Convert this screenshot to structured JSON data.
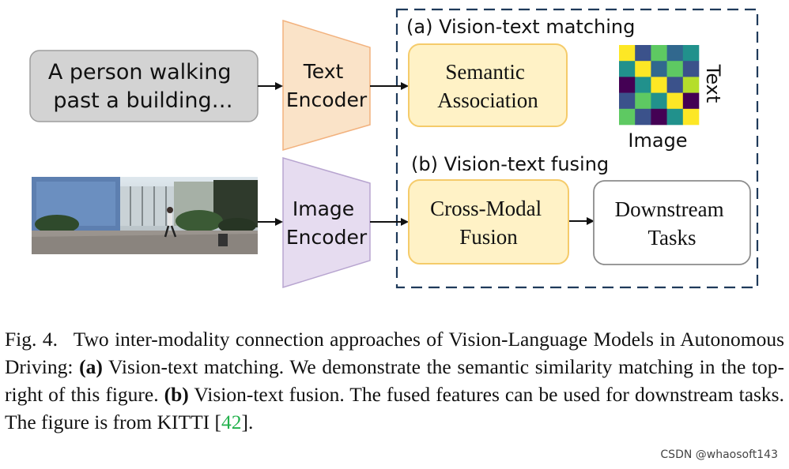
{
  "figure": {
    "input_text": [
      "A person walking",
      "past a building…"
    ],
    "text_encoder": [
      "Text",
      "Encoder"
    ],
    "image_encoder": [
      "Image",
      "Encoder"
    ],
    "section_a": {
      "title": "(a) Vision-text matching",
      "node": [
        "Semantic",
        "Association"
      ],
      "matrix_axis_x": "Image",
      "matrix_axis_y": "Text"
    },
    "section_b": {
      "title": "(b) Vision-text fusing",
      "fusion_node": [
        "Cross-Modal",
        "Fusion"
      ],
      "downstream_node": [
        "Downstream",
        "Tasks"
      ]
    },
    "similarity_matrix": [
      [
        "#fde725",
        "#3b528b",
        "#5ec962",
        "#31688e",
        "#21918c"
      ],
      [
        "#21918c",
        "#fde725",
        "#31688e",
        "#5ec962",
        "#3b528b"
      ],
      [
        "#440154",
        "#21918c",
        "#fde725",
        "#3b528b",
        "#b5de2b"
      ],
      [
        "#3b528b",
        "#5ec962",
        "#21918c",
        "#fde725",
        "#440154"
      ],
      [
        "#5ec962",
        "#3b528b",
        "#440154",
        "#21918c",
        "#fde725"
      ]
    ],
    "colors": {
      "text_encoder": "#fae3c8",
      "image_encoder": "#e6dcf0",
      "input_box": "#d3d3d3",
      "yellow_node": "#fff2c6",
      "yellow_border": "#f5cb6a",
      "dashed_border": "#1f3a5a"
    }
  },
  "caption": {
    "label": "Fig. 4.",
    "text_1": "Two inter-modality connection approaches of Vision-Language Models in Autonomous Driving: ",
    "bold_a": "(a)",
    "text_2": " Vision-text matching. We demonstrate the semantic similarity matching in the top-right of this figure. ",
    "bold_b": "(b)",
    "text_3": " Vision-text fusion. The fused features can be used for downstream tasks. The figure is from KITTI [",
    "ref": "42",
    "text_4": "]."
  },
  "watermark": "CSDN @whaosoft143"
}
